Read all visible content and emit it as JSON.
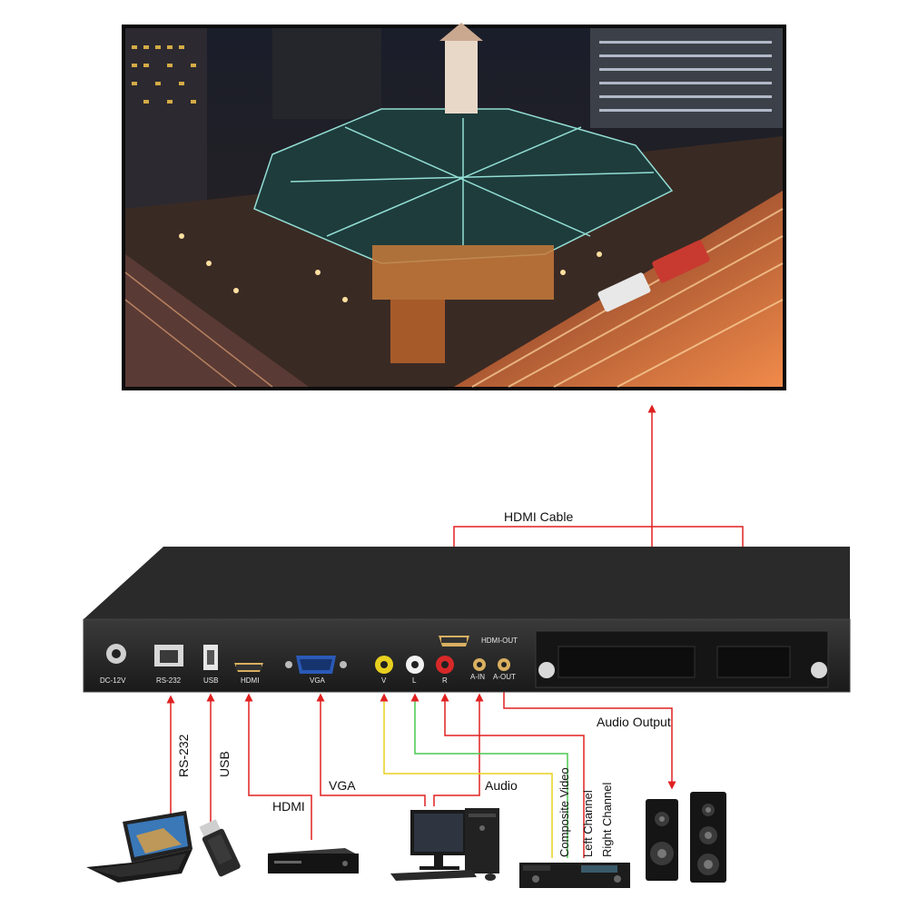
{
  "title": "",
  "connections": {
    "hdmi_cable": "HDMI Cable",
    "rs232": "RS-232",
    "usb": "USB",
    "hdmi": "HDMI",
    "vga": "VGA",
    "audio": "Audio",
    "composite_video": "Composite Video",
    "left_channel": "Left Channel",
    "right_channel": "Right Channel",
    "audio_output": "Audio Output"
  },
  "device_ports": {
    "dc": "DC-12V",
    "rs232": "RS-232",
    "usb": "USB",
    "hdmi": "HDMI",
    "vga": "VGA",
    "video": "V",
    "left": "L",
    "right": "R",
    "audio_in": "A-IN",
    "audio_out": "A-OUT",
    "hdmi_out": "HDMI-OUT"
  },
  "colors": {
    "line_red": "#e02020",
    "line_yellow": "#e8d020",
    "line_green": "#4cc850",
    "device_body": "#1c1c1c"
  },
  "icons": {
    "display": "tv-screen-icon",
    "laptop": "laptop-icon",
    "usb_drive": "usb-drive-icon",
    "player": "media-player-icon",
    "computer": "desktop-computer-icon",
    "receiver": "av-receiver-icon",
    "speakers": "speakers-icon"
  }
}
